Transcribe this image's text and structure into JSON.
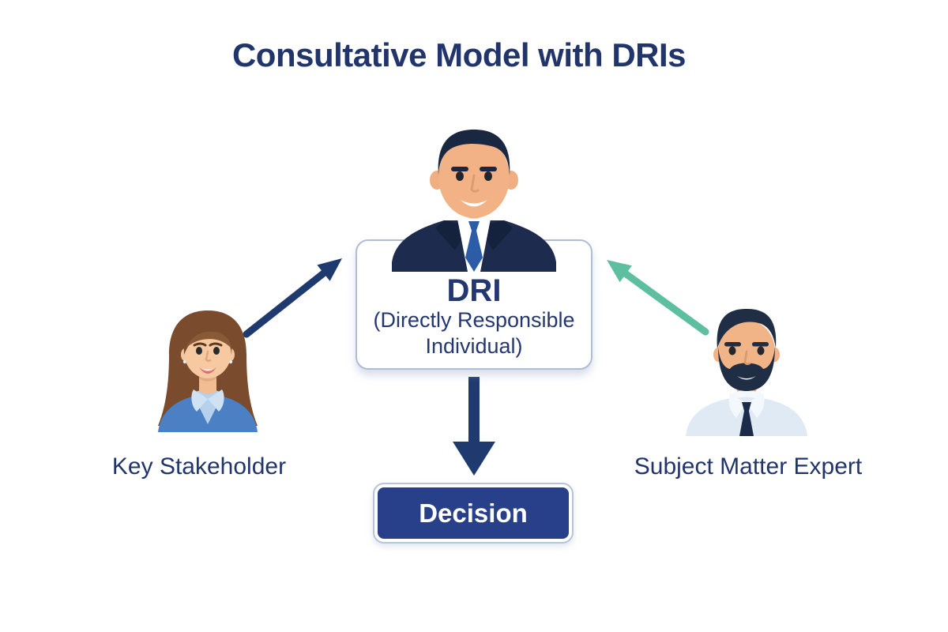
{
  "title": "Consultative Model with DRIs",
  "nodes": {
    "dri": {
      "label": "DRI",
      "sublabel_line1": "(Directly Responsible",
      "sublabel_line2": "Individual)",
      "avatar": "businessman-suit-avatar"
    },
    "stakeholder": {
      "label": "Key Stakeholder",
      "avatar": "businesswoman-avatar"
    },
    "expert": {
      "label": "Subject Matter Expert",
      "avatar": "bearded-professional-avatar"
    },
    "decision": {
      "label": "Decision"
    }
  },
  "arrows": [
    {
      "id": "stakeholder-to-dri",
      "direction": "up-right",
      "color": "#1f3a6e"
    },
    {
      "id": "expert-to-dri",
      "direction": "up-left",
      "color": "#5dbf9f"
    },
    {
      "id": "dri-to-decision",
      "direction": "down",
      "color": "#1f3a6e"
    }
  ],
  "colors": {
    "background": "#ffffff",
    "title_text": "#22356b",
    "label_text": "#22356b",
    "dri_text": "#24386f",
    "box_border": "#b0bcd4",
    "box_bg": "#ffffff",
    "decision_bg": "#283f8a",
    "decision_text": "#ffffff",
    "decision_ring": "#b7c3d6",
    "arrow_navy": "#1f3a6e",
    "arrow_green": "#5dbf9f"
  }
}
